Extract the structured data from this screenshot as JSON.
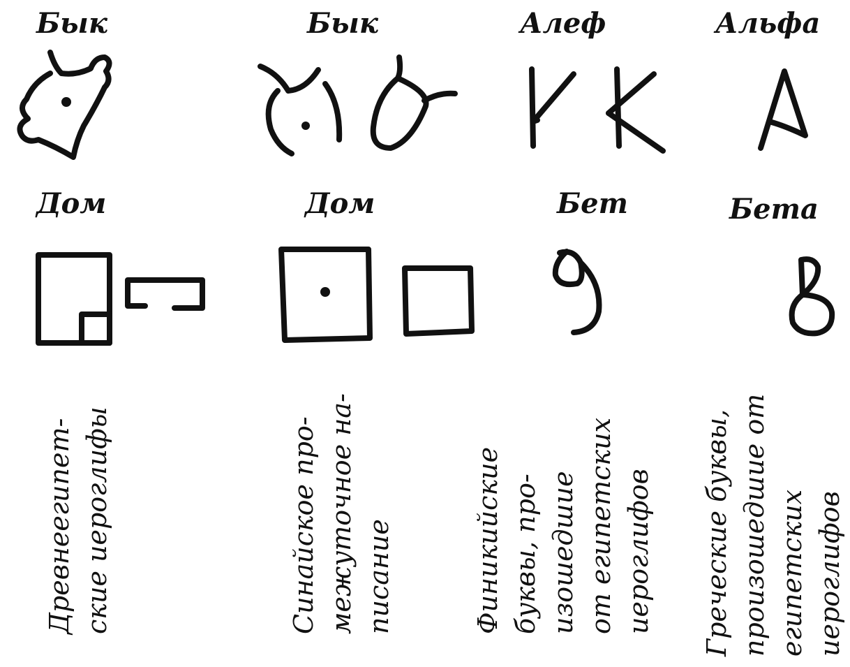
{
  "labels": {
    "col1_row1": "Бык",
    "col2_row1": "Бык",
    "col3_row1": "Алеф",
    "col4_row1": "Альфа",
    "col1_row2": "Дом",
    "col2_row2": "Дом",
    "col3_row2": "Бет",
    "col4_row2": "Бета"
  },
  "captions": {
    "egyptian": [
      "Древнеегипет-",
      "ские иероглифы"
    ],
    "sinai": [
      "Синайское про-",
      "межуточное на-",
      "писание"
    ],
    "phoenician": [
      "Финикийские",
      "буквы, про-",
      "изошедшие",
      "от египетских",
      "иероглифов"
    ],
    "greek": [
      "Греческие буквы,",
      "произошедшие от",
      "египетских",
      "иероглифов"
    ]
  },
  "colors": {
    "ink": "#111111",
    "background": "#ffffff"
  }
}
